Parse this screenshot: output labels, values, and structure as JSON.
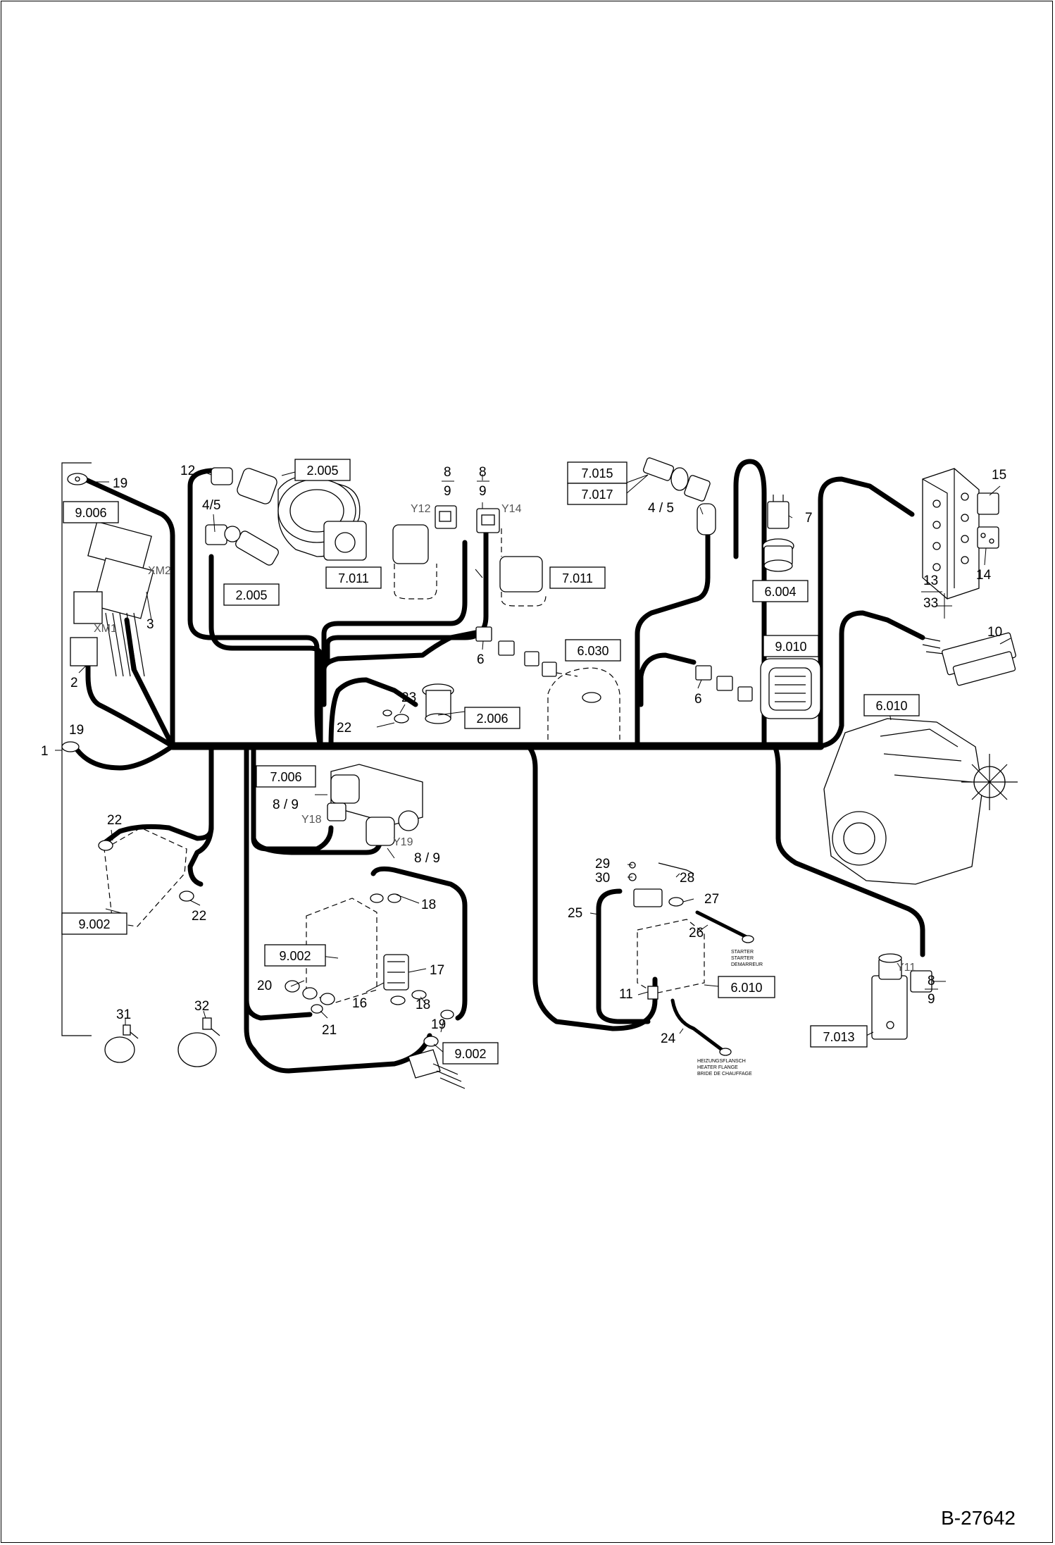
{
  "drawing_number": "B-27642",
  "reference_boxes": [
    {
      "id": "ref-2005-top",
      "text": "2.005"
    },
    {
      "id": "ref-2005-lower",
      "text": "2.005"
    },
    {
      "id": "ref-9006",
      "text": "9.006"
    },
    {
      "id": "ref-7011-left",
      "text": "7.011"
    },
    {
      "id": "ref-7011-right",
      "text": "7.011"
    },
    {
      "id": "ref-7015",
      "text": "7.015"
    },
    {
      "id": "ref-7017",
      "text": "7.017"
    },
    {
      "id": "ref-6004",
      "text": "6.004"
    },
    {
      "id": "ref-6030",
      "text": "6.030"
    },
    {
      "id": "ref-9010",
      "text": "9.010"
    },
    {
      "id": "ref-6010-engine",
      "text": "6.010"
    },
    {
      "id": "ref-2006",
      "text": "2.006"
    },
    {
      "id": "ref-7006",
      "text": "7.006"
    },
    {
      "id": "ref-9002-left",
      "text": "9.002"
    },
    {
      "id": "ref-9002-center",
      "text": "9.002"
    },
    {
      "id": "ref-9002-bottom",
      "text": "9.002"
    },
    {
      "id": "ref-6010-relay",
      "text": "6.010"
    },
    {
      "id": "ref-7013",
      "text": "7.013"
    }
  ],
  "item_numbers": {
    "n1": "1",
    "n2": "2",
    "n3": "3",
    "n4_5_left": "4/5",
    "n4_5_right": "4 / 5",
    "n6_left": "6",
    "n6_right": "6",
    "n7": "7",
    "n8_a": "8",
    "n9_a": "9",
    "n8_b": "8",
    "n9_b": "9",
    "n8_9_y18": "8 / 9",
    "n8_9_y19": "8 / 9",
    "n8_y11": "8",
    "n9_y11": "9",
    "n10": "10",
    "n11": "11",
    "n12": "12",
    "n13": "13",
    "n33": "33",
    "n14": "14",
    "n15": "15",
    "n16": "16",
    "n17": "17",
    "n18_top": "18",
    "n18_bottom": "18",
    "n19_top": "19",
    "n19_left": "19",
    "n19_bottom": "19",
    "n20": "20",
    "n21": "21",
    "n22_left": "22",
    "n22_bracket": "22",
    "n22_ground": "22",
    "n23": "23",
    "n24": "24",
    "n25": "25",
    "n26": "26",
    "n27": "27",
    "n28": "28",
    "n29": "29",
    "n30": "30",
    "n31": "31",
    "n32": "32"
  },
  "component_labels": {
    "xm1": "XM1",
    "xm2": "XM2",
    "y11": "Y11",
    "y12": "Y12",
    "y14": "Y14",
    "y18": "Y18",
    "y19": "Y19"
  },
  "annotations": {
    "starter": [
      "STARTER",
      "STARTER",
      "DEMARREUR"
    ],
    "heater": [
      "HEIZUNGSFLANSCH",
      "HEATER FLANGE",
      "BRIDE DE CHAUFFAGE"
    ]
  }
}
